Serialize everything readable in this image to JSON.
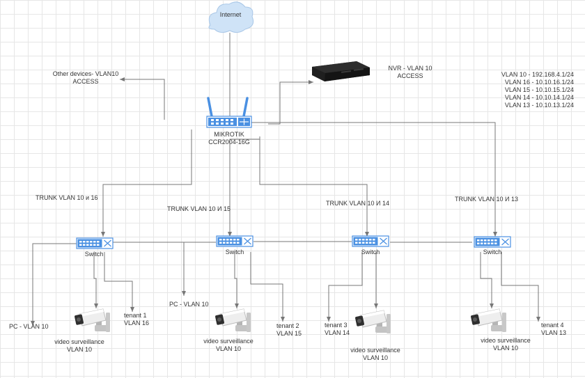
{
  "internet": {
    "label": "Internet"
  },
  "router": {
    "line1": "MIKROTIK",
    "line2": "CCR2004-16G"
  },
  "nvr": {
    "line1": "NVR - VLAN 10",
    "line2": "ACCESS"
  },
  "other_devices": {
    "line1": "Other devices- VLAN10",
    "line2": "ACCESS"
  },
  "vlan_list": [
    "VLAN 10 - 192.168.4.1/24",
    "VLAN 16 - 10.10.16.1/24",
    "VLAN 15 - 10.10.15.1/24",
    "VLAN 14 - 10.10.14.1/24",
    "VLAN 13 - 10.10.13.1/24"
  ],
  "trunks": [
    "TRUNK VLAN 10 и 16",
    "TRUNK VLAN 10 И 15",
    "TRUNK VLAN 10 И 14",
    "TRUNK VLAN 10 И 13"
  ],
  "switch_label": "Switch",
  "pcs": [
    "PC - VLAN 10",
    "PC - VLAN 10"
  ],
  "cameras": [
    {
      "line1": "video surveillance",
      "line2": "VLAN 10"
    },
    {
      "line1": "video surveillance",
      "line2": "VLAN 10"
    },
    {
      "line1": "video surveillance",
      "line2": "VLAN 10"
    },
    {
      "line1": "video surveillance",
      "line2": "VLAN 10"
    }
  ],
  "tenants": [
    {
      "line1": "tenant 1",
      "line2": "VLAN 16"
    },
    {
      "line1": "tenant 2",
      "line2": "VLAN 15"
    },
    {
      "line1": "tenant 3",
      "line2": "VLAN 14"
    },
    {
      "line1": "tenant 4",
      "line2": "VLAN 13"
    }
  ],
  "colors": {
    "line": "#777777",
    "device_blue": "#4a90e2",
    "cloud": "#cfe3f7",
    "nvr_body": "#1f1f1f"
  }
}
